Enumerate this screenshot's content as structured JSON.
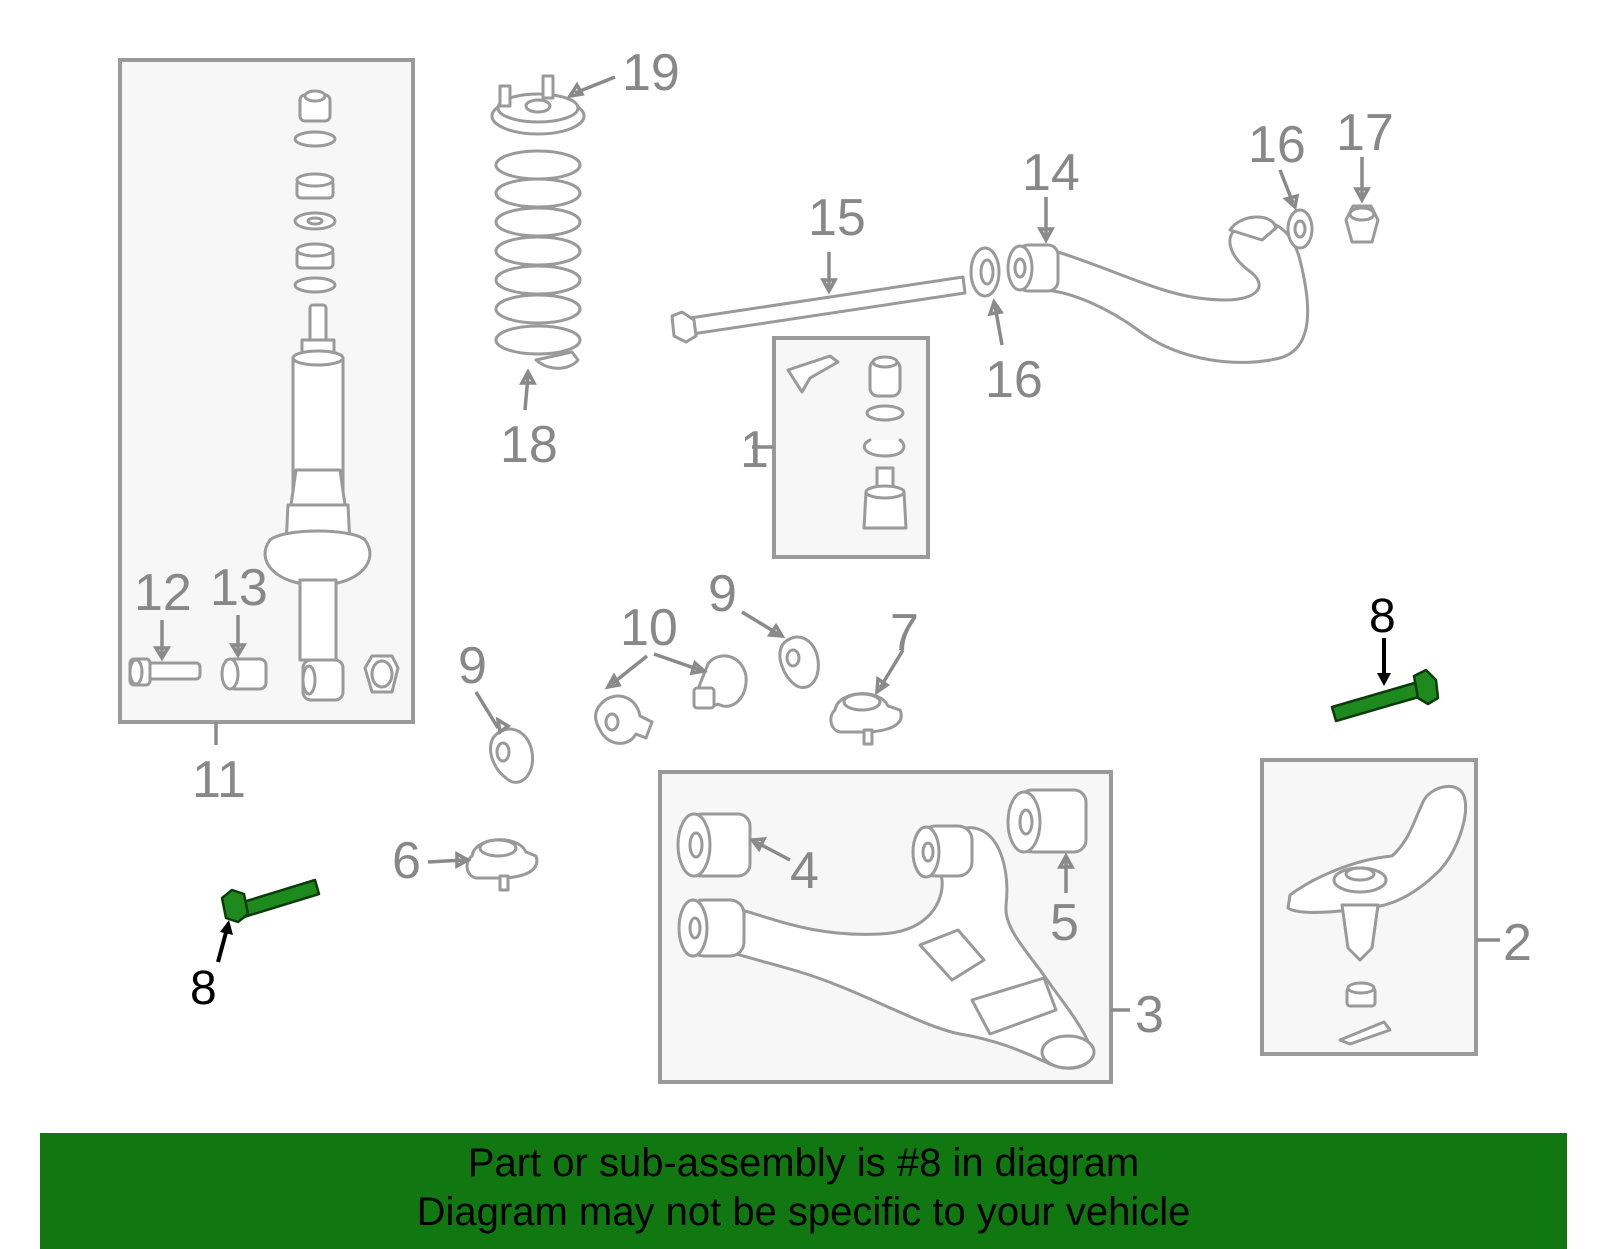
{
  "labels": {
    "n1": "1",
    "n2": "2",
    "n3": "3",
    "n4": "4",
    "n5": "5",
    "n6": "6",
    "n7": "7",
    "n8a": "8",
    "n8b": "8",
    "n9a": "9",
    "n9b": "9",
    "n10": "10",
    "n11": "11",
    "n12": "12",
    "n13": "13",
    "n14": "14",
    "n15": "15",
    "n16a": "16",
    "n16b": "16",
    "n17": "17",
    "n18": "18",
    "n19": "19"
  },
  "banner": {
    "line1": "Part or sub-assembly is #8 in diagram",
    "line2": "Diagram may not be specific to your vehicle"
  },
  "colors": {
    "highlight_part": "#1e8a1e",
    "banner_bg": "#117711",
    "linework": "#9a9a9a"
  }
}
